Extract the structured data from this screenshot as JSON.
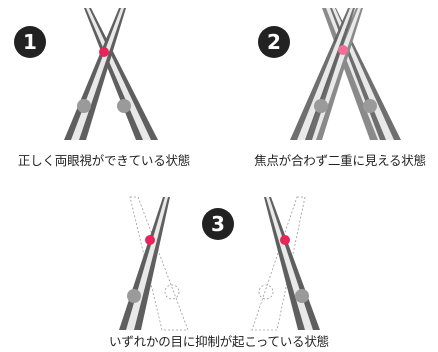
{
  "panels": [
    {
      "number": "1",
      "caption": "正しく両眼視ができている状態"
    },
    {
      "number": "2",
      "caption": "焦点が合わず二重に見える状態"
    },
    {
      "number": "3",
      "caption": "いずれかの目に抑制が起こっている状態"
    }
  ],
  "colors": {
    "rod_dark": "#5f5f5f",
    "rod_mid": "#8a8a8a",
    "rod_light": "#e9e9e9",
    "bead_front": "#e8245a",
    "bead_faded": "#ef6f96",
    "bead_back": "#9a9a9a",
    "ghost_outline": "#9a9a9a"
  }
}
